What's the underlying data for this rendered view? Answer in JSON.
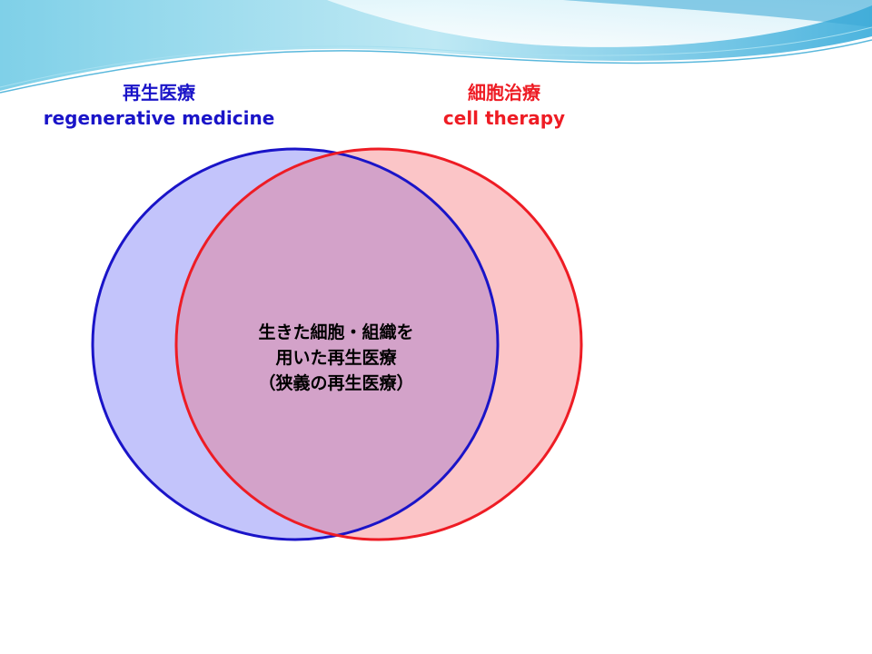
{
  "colors": {
    "background": "#ffffff",
    "banner_light": "#cfeef6",
    "banner_mid": "#8fd6ea",
    "banner_dark": "#3aa8d6",
    "left_set_stroke": "#1a14c8",
    "left_set_fill": "#c3c4fb",
    "right_set_stroke": "#ee1c24",
    "right_set_fill": "#fbc5c7",
    "overlap_fill": "#d3a2c9",
    "center_text": "#000000"
  },
  "left_set": {
    "title_ja": "再生医療",
    "title_en": "regenerative medicine"
  },
  "right_set": {
    "title_ja": "細胞治療",
    "title_en": "cell therapy"
  },
  "overlap": {
    "line1": "生きた細胞・組織を",
    "line2": "用いた再生医療",
    "line3": "（狭義の再生医療）"
  }
}
